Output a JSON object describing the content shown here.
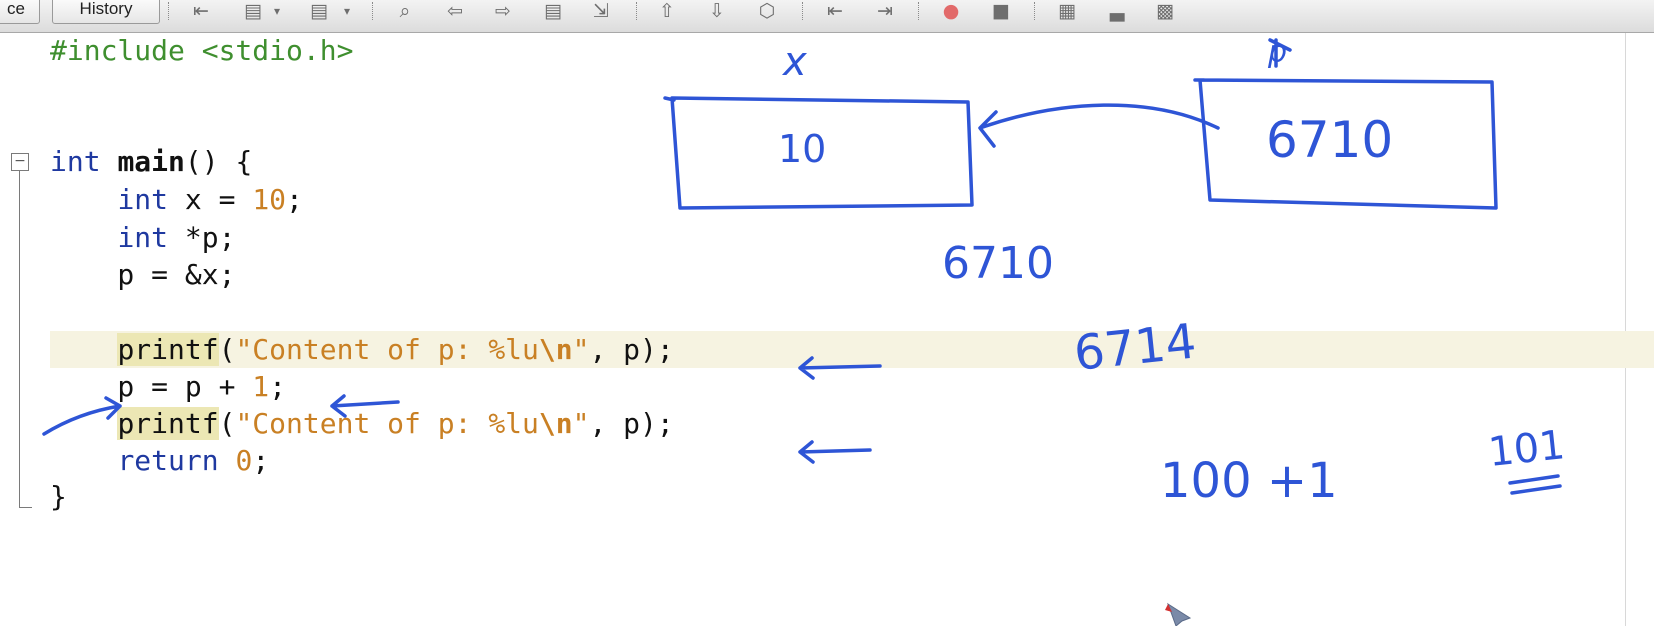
{
  "toolbar": {
    "tabs": [
      {
        "id": "source",
        "label": "ce"
      },
      {
        "id": "history",
        "label": "History"
      }
    ],
    "icons": [
      "back-icon",
      "forward-icon",
      "find-icon",
      "find-previous-icon",
      "find-next-icon",
      "toggle-highlight-icon",
      "toggle-bookmark-icon",
      "previous-bookmark-icon",
      "next-bookmark-icon",
      "shift-left-icon",
      "shift-right-icon",
      "start-macro-icon",
      "stop-macro-icon",
      "comment-icon",
      "uncomment-icon",
      "run-icon"
    ]
  },
  "code": {
    "lines": [
      [
        "#include <stdio.h>"
      ],
      [
        ""
      ],
      [
        ""
      ],
      [
        "int ",
        "main",
        "() {"
      ],
      [
        "    ",
        "int",
        " x = ",
        "10",
        ";"
      ],
      [
        "    ",
        "int",
        " *p;"
      ],
      [
        "    p = &x;"
      ],
      [
        ""
      ],
      [
        "    ",
        "printf",
        "(",
        "\"Content of p: %lu",
        "\\n",
        "\"",
        ", p);"
      ],
      [
        "    p = p + ",
        "1",
        ";"
      ],
      [
        "    ",
        "printf",
        "(",
        "\"Content of p: %lu",
        "\\n",
        "\"",
        ", p);"
      ],
      [
        "    ",
        "return",
        " ",
        "0",
        ";"
      ],
      [
        "}"
      ]
    ]
  },
  "annotations": {
    "label_x": "x",
    "label_p": "p",
    "box_x_value": "10",
    "box_p_value": "6710",
    "address_x": "6710",
    "address_next": "6714",
    "sum_note": "100 +1",
    "result_note": "101"
  },
  "colors": {
    "ink": "#2e55d6",
    "keyword": "#1f39a0",
    "string": "#c98024",
    "preprocessor": "#3f8f2f",
    "current_line": "#f6f3e1"
  }
}
